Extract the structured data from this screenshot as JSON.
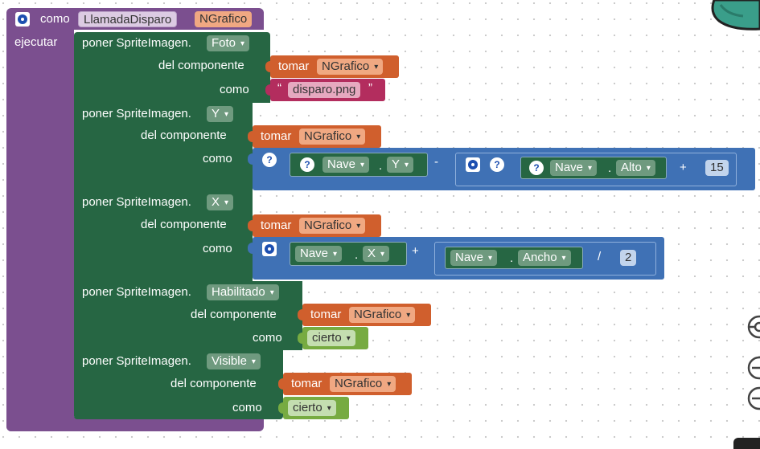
{
  "event": {
    "keyword": "como",
    "procedure_name": "LlamadaDisparo",
    "param": "NGrafico",
    "do_label": "ejecutar"
  },
  "statements": [
    {
      "set_label": "poner SpriteImagen.",
      "property": "Foto",
      "component_label": "del componente",
      "get_label": "tomar",
      "get_var": "NGrafico",
      "to_label": "como",
      "value": {
        "kind": "text",
        "open_quote": "“",
        "text": "disparo.png",
        "close_quote": "”"
      }
    },
    {
      "set_label": "poner SpriteImagen.",
      "property": "Y",
      "component_label": "del componente",
      "get_label": "tomar",
      "get_var": "NGrafico",
      "to_label": "como",
      "value": {
        "kind": "math",
        "left": {
          "component": "Nave",
          "prop": "Y"
        },
        "op1": "-",
        "right": {
          "component": "Nave",
          "prop": "Alto",
          "op": "+",
          "number": "15"
        }
      }
    },
    {
      "set_label": "poner SpriteImagen.",
      "property": "X",
      "component_label": "del componente",
      "get_label": "tomar",
      "get_var": "NGrafico",
      "to_label": "como",
      "value": {
        "kind": "math",
        "left": {
          "component": "Nave",
          "prop": "X"
        },
        "op1": "+",
        "right": {
          "component": "Nave",
          "prop": "Ancho",
          "op": "/",
          "number": "2"
        }
      }
    },
    {
      "set_label": "poner SpriteImagen.",
      "property": "Habilitado",
      "component_label": "del componente",
      "get_label": "tomar",
      "get_var": "NGrafico",
      "to_label": "como",
      "value": {
        "kind": "bool",
        "text": "cierto"
      }
    },
    {
      "set_label": "poner SpriteImagen.",
      "property": "Visible",
      "component_label": "del componente",
      "get_label": "tomar",
      "get_var": "NGrafico",
      "to_label": "como",
      "value": {
        "kind": "bool",
        "text": "cierto"
      }
    }
  ],
  "colors": {
    "event": "#7b4f8f",
    "setter": "#266643",
    "getter": "#d05f2d",
    "text": "#b32d5e",
    "math": "#3f71b5",
    "logic": "#77ab41",
    "canvas": "#ffffff"
  }
}
